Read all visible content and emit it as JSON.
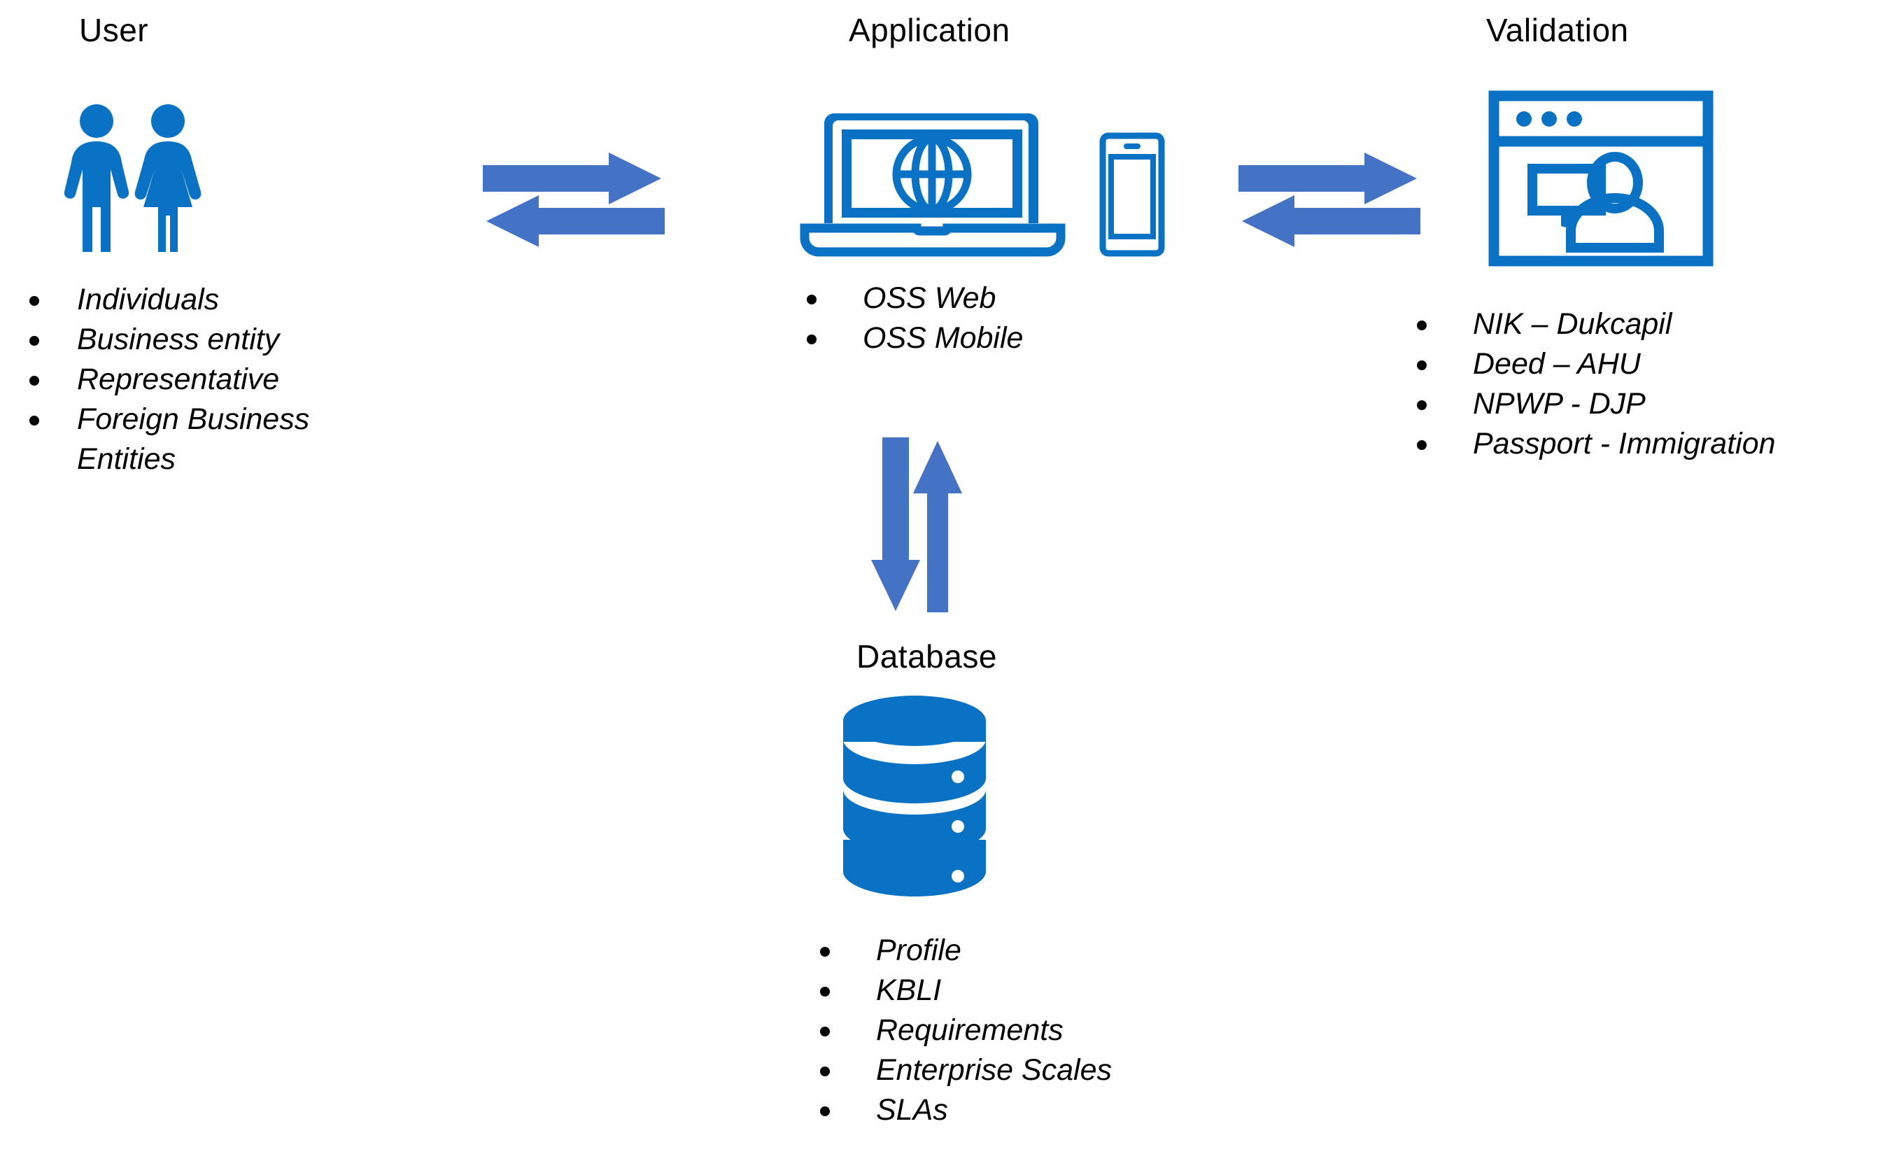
{
  "colors": {
    "icon_blue": "#0a72c4",
    "arrow_blue": "#4472c4",
    "text_black": "#000000",
    "background": "#ffffff"
  },
  "columns": {
    "user": {
      "heading": "User",
      "icon": "two-people-icon",
      "bullets": [
        "Individuals",
        "Business entity",
        "Representative",
        "Foreign Business\nEntities"
      ]
    },
    "application": {
      "heading": "Application",
      "icons": [
        "laptop-globe-icon",
        "smartphone-icon"
      ],
      "bullets": [
        "OSS Web",
        "OSS Mobile"
      ]
    },
    "validation": {
      "heading": "Validation",
      "icon": "browser-window-person-chat-icon",
      "bullets": [
        "NIK – Dukcapil",
        "Deed – AHU",
        "NPWP -  DJP",
        "Passport -  Immigration"
      ]
    },
    "database": {
      "heading": "Database",
      "icon": "database-cylinder-icon",
      "bullets": [
        "Profile",
        "KBLI",
        "Requirements",
        "Enterprise Scales",
        "SLAs"
      ]
    }
  },
  "connectors": [
    {
      "name": "user-application-exchange",
      "direction": "horizontal-bidirectional",
      "from": "User",
      "to": "Application"
    },
    {
      "name": "application-validation-exchange",
      "direction": "horizontal-bidirectional",
      "from": "Application",
      "to": "Validation"
    },
    {
      "name": "application-database-exchange",
      "direction": "vertical-bidirectional",
      "from": "Application",
      "to": "Database"
    }
  ]
}
